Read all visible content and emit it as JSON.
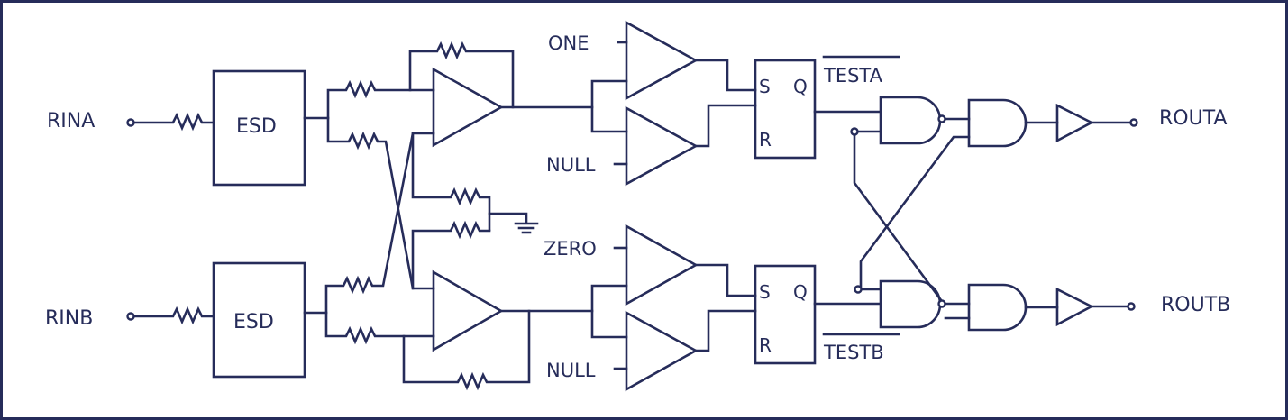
{
  "diagram": {
    "type": "circuit-schematic",
    "inputs": {
      "a": "RINA",
      "b": "RINB"
    },
    "outputs": {
      "a": "ROUTA",
      "b": "ROUTB"
    },
    "esd": {
      "top": "ESD",
      "bottom": "ESD"
    },
    "comparator_refs": {
      "top_upper": "ONE",
      "top_lower": "NULL",
      "bottom_upper": "ZERO",
      "bottom_lower": "NULL"
    },
    "flipflops": {
      "top": {
        "s": "S",
        "r": "R",
        "q": "Q"
      },
      "bottom": {
        "s": "S",
        "r": "R",
        "q": "Q"
      }
    },
    "test_signals": {
      "a": "TESTA",
      "b": "TESTB"
    },
    "colors": {
      "line": "#262c5a",
      "background": "#ffffff"
    }
  }
}
